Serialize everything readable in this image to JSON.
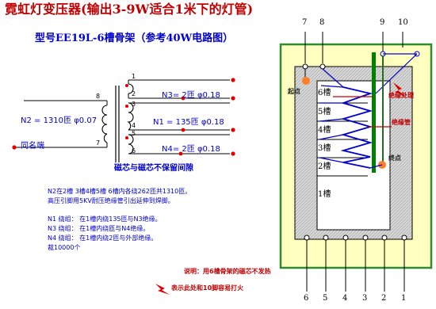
{
  "header": {
    "title": "霓虹灯变压器(输出3-9W适合1米下的灯管)",
    "subtitle": "型号EE19L-6槽骨架（参考40W电路图）"
  },
  "schematic": {
    "primary_label": "N2 = 1310匝  φ0.07",
    "n3_label": "N3= 2匝  φ0.18",
    "n1_label": "N1 = 135匝  φ0.18",
    "n4_label": "N4= 2匝  φ0.18",
    "ground_label": "同名端",
    "gap_label": "磁芯与磁芯不保留间隙",
    "terminal_numbers": [
      "8",
      "7",
      "1",
      "2",
      "3",
      "4",
      "5",
      "6"
    ]
  },
  "notes": {
    "line1": "N2在2槽 3槽4槽5槽  6槽内各绕262匝共1310匝。",
    "line2": "高压引脚用5KV耐压绝缘管引出延伸到焊脚。",
    "line3": "N1 绕组：  在1槽内绕135匝与N3绝缘。",
    "line4": "N3 绕组：  在1槽内绕匝与N4绝缘。",
    "line5": "N4 绕组：  在1槽内绕2匝与外部绝缘。",
    "line6": "裁10000个"
  },
  "bobbin": {
    "slots": [
      "6槽",
      "5槽",
      "4槽",
      "3槽",
      "2槽",
      "1槽"
    ],
    "top_pins": [
      "7",
      "8",
      "9",
      "10"
    ],
    "bottom_pins": [
      "6",
      "5",
      "4",
      "3",
      "2",
      "1"
    ],
    "start_label": "起点",
    "end_label": "终点",
    "insulation_label": "绝缘处理",
    "tube_label": "绝缘管"
  },
  "footer": {
    "explain": "说明：用6槽骨架的磁芯不发热",
    "warning": "表示此处和10脚容易打火"
  },
  "colors": {
    "title_red": "#c00000",
    "label_blue": "#0000cc",
    "bobbin_fill": "#ffffc0",
    "bobbin_border": "#2e8b2e",
    "lead_green": "#008000",
    "dot_red": "#e00000",
    "dot_orange": "#ff7f27"
  }
}
